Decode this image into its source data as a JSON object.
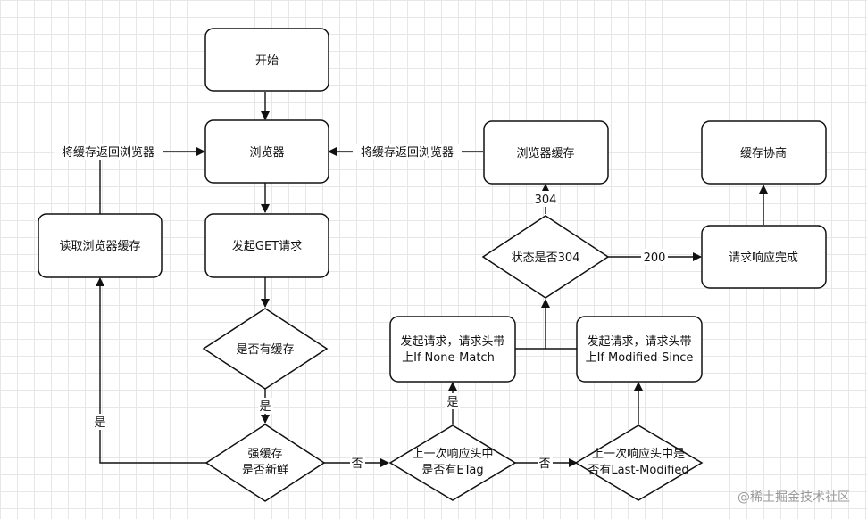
{
  "nodes": {
    "start": "开始",
    "browser": "浏览器",
    "get_request": "发起GET请求",
    "has_cache": "是否有缓存",
    "strong_cache_line1": "强缓存",
    "strong_cache_line2": "是否新鲜",
    "read_cache": "读取浏览器缓存",
    "etag_line1": "上一次响应头中",
    "etag_line2": "是否有ETag",
    "lastmod_line1": "上一次响应头中是",
    "lastmod_line2": "否有Last-Modified",
    "req_inm_line1": "发起请求，请求头带",
    "req_inm_line2": "上If-None-Match",
    "req_ims_line1": "发起请求，请求头带",
    "req_ims_line2": "上If-Modified-Since",
    "status_304": "状态是否304",
    "browser_cache": "浏览器缓存",
    "response_done": "请求响应完成",
    "negotiate": "缓存协商"
  },
  "edge_labels": {
    "return_cache_left": "将缓存返回浏览器",
    "return_cache_right": "将缓存返回浏览器",
    "yes_has_cache": "是",
    "yes_fresh": "是",
    "no_fresh": "否",
    "yes_etag": "是",
    "no_etag": "否",
    "code_304": "304",
    "code_200": "200"
  },
  "watermark": "@稀土掘金技术社区",
  "colors": {
    "stroke": "#111111",
    "grid": "#e7e7e7",
    "watermark": "#9a9a9a"
  }
}
